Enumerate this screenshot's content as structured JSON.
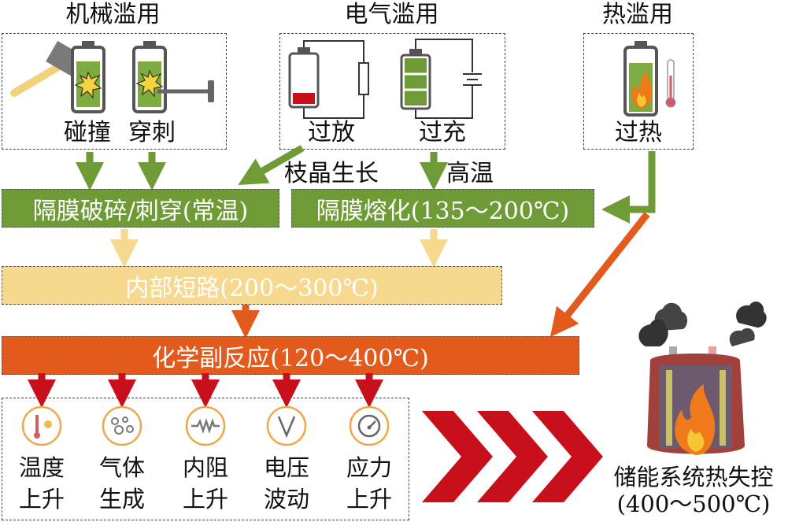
{
  "categories": {
    "mechanical": {
      "title": "机械滥用",
      "items": [
        "碰撞",
        "穿刺"
      ]
    },
    "electrical": {
      "title": "电气滥用",
      "items": [
        "过放",
        "过充"
      ]
    },
    "thermal": {
      "title": "热滥用",
      "items": [
        "过热"
      ]
    }
  },
  "arrow_labels": {
    "dendrite": "枝晶生长",
    "high_temp": "高温"
  },
  "stages": {
    "separator_break": "隔膜破碎/刺穿(常温)",
    "separator_melt": "隔膜熔化(135～200℃)",
    "internal_short": "内部短路(200～300℃)",
    "side_reactions": "化学副反应(120～400℃)"
  },
  "effects": [
    {
      "line1": "温度",
      "line2": "上升",
      "icon": "thermometer-icon"
    },
    {
      "line1": "气体",
      "line2": "生成",
      "icon": "gas-bubbles-icon"
    },
    {
      "line1": "内阻",
      "line2": "上升",
      "icon": "resistor-icon"
    },
    {
      "line1": "电压",
      "line2": "波动",
      "icon": "voltage-v-icon"
    },
    {
      "line1": "应力",
      "line2": "上升",
      "icon": "gauge-icon"
    }
  ],
  "result": {
    "line1": "储能系统热失控",
    "line2": "(400～500℃)"
  },
  "colors": {
    "green": "#6e9b35",
    "yellow": "#f6d98f",
    "orange": "#e25a1c",
    "red": "#c8101d"
  }
}
